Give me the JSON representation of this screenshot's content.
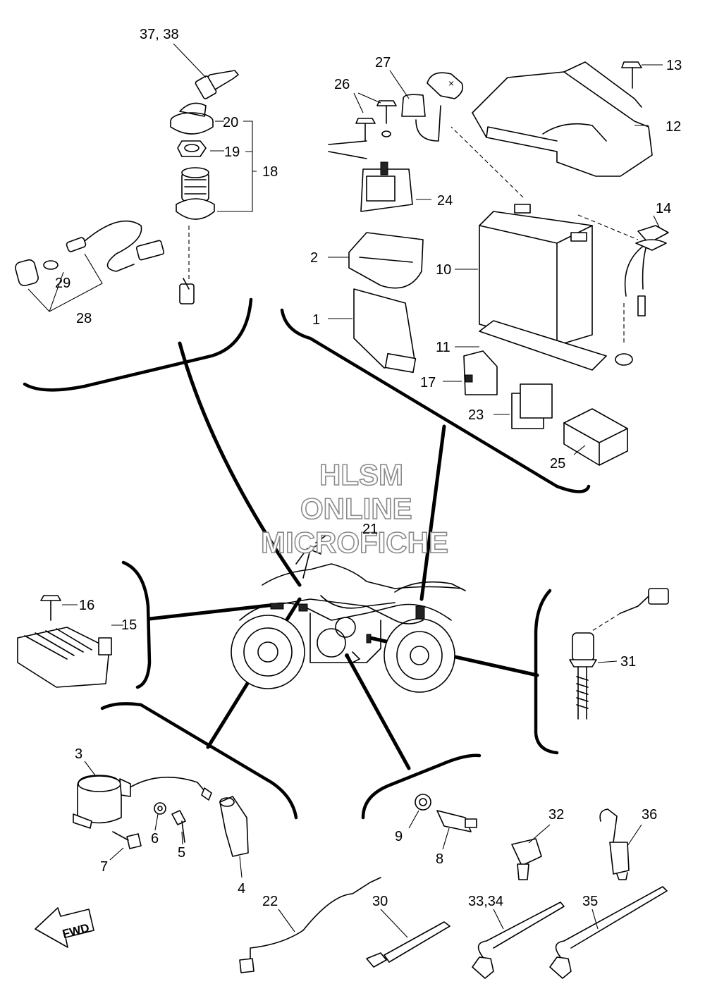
{
  "watermark": {
    "line1": "HLSM",
    "line2": "ONLINE",
    "line3": "MICROFICHE"
  },
  "direction_arrow": {
    "label": "FWD"
  },
  "callouts": {
    "c37_38": "37, 38",
    "c20": "20",
    "c19": "19",
    "c18": "18",
    "c29": "29",
    "c28": "28",
    "c27": "27",
    "c26": "26",
    "c24": "24",
    "c2": "2",
    "c1": "1",
    "c13": "13",
    "c12": "12",
    "c14": "14",
    "c10": "10",
    "c11": "11",
    "c17": "17",
    "c23": "23",
    "c25": "25",
    "c21": "21",
    "c16": "16",
    "c15": "15",
    "c31": "31",
    "c3": "3",
    "c6": "6",
    "c5": "5",
    "c7": "7",
    "c4": "4",
    "c9": "9",
    "c8": "8",
    "c32": "32",
    "c36": "36",
    "c22": "22",
    "c30": "30",
    "c33_34": "33,34",
    "c35": "35"
  },
  "colors": {
    "line": "#000000",
    "background": "#ffffff",
    "watermark_outline": "#8a8a8a"
  }
}
